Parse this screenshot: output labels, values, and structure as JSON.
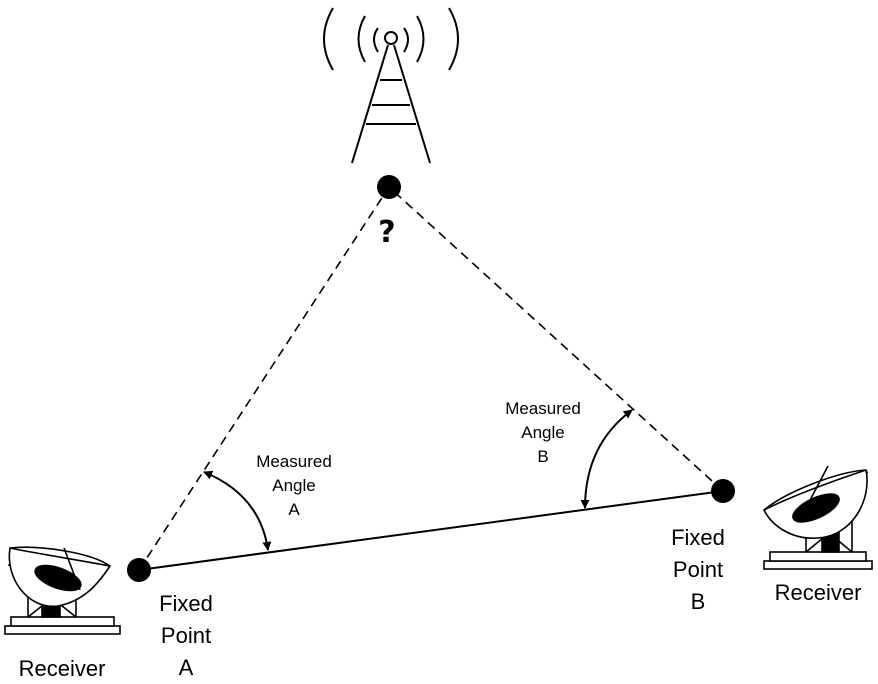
{
  "unknown_point": {
    "marker": "?"
  },
  "fixed_point_a": {
    "line1": "Fixed",
    "line2": "Point",
    "line3": "A"
  },
  "fixed_point_b": {
    "line1": "Fixed",
    "line2": "Point",
    "line3": "B"
  },
  "angle_a": {
    "line1": "Measured",
    "line2": "Angle",
    "line3": "A"
  },
  "angle_b": {
    "line1": "Measured",
    "line2": "Angle",
    "line3": "B"
  },
  "receiver_left": {
    "label": "Receiver"
  },
  "receiver_right": {
    "label": "Receiver"
  },
  "icons": [
    "radio-tower-icon",
    "satellite-dish-icon"
  ],
  "colors": {
    "stroke": "#000000",
    "background": "#ffffff"
  }
}
